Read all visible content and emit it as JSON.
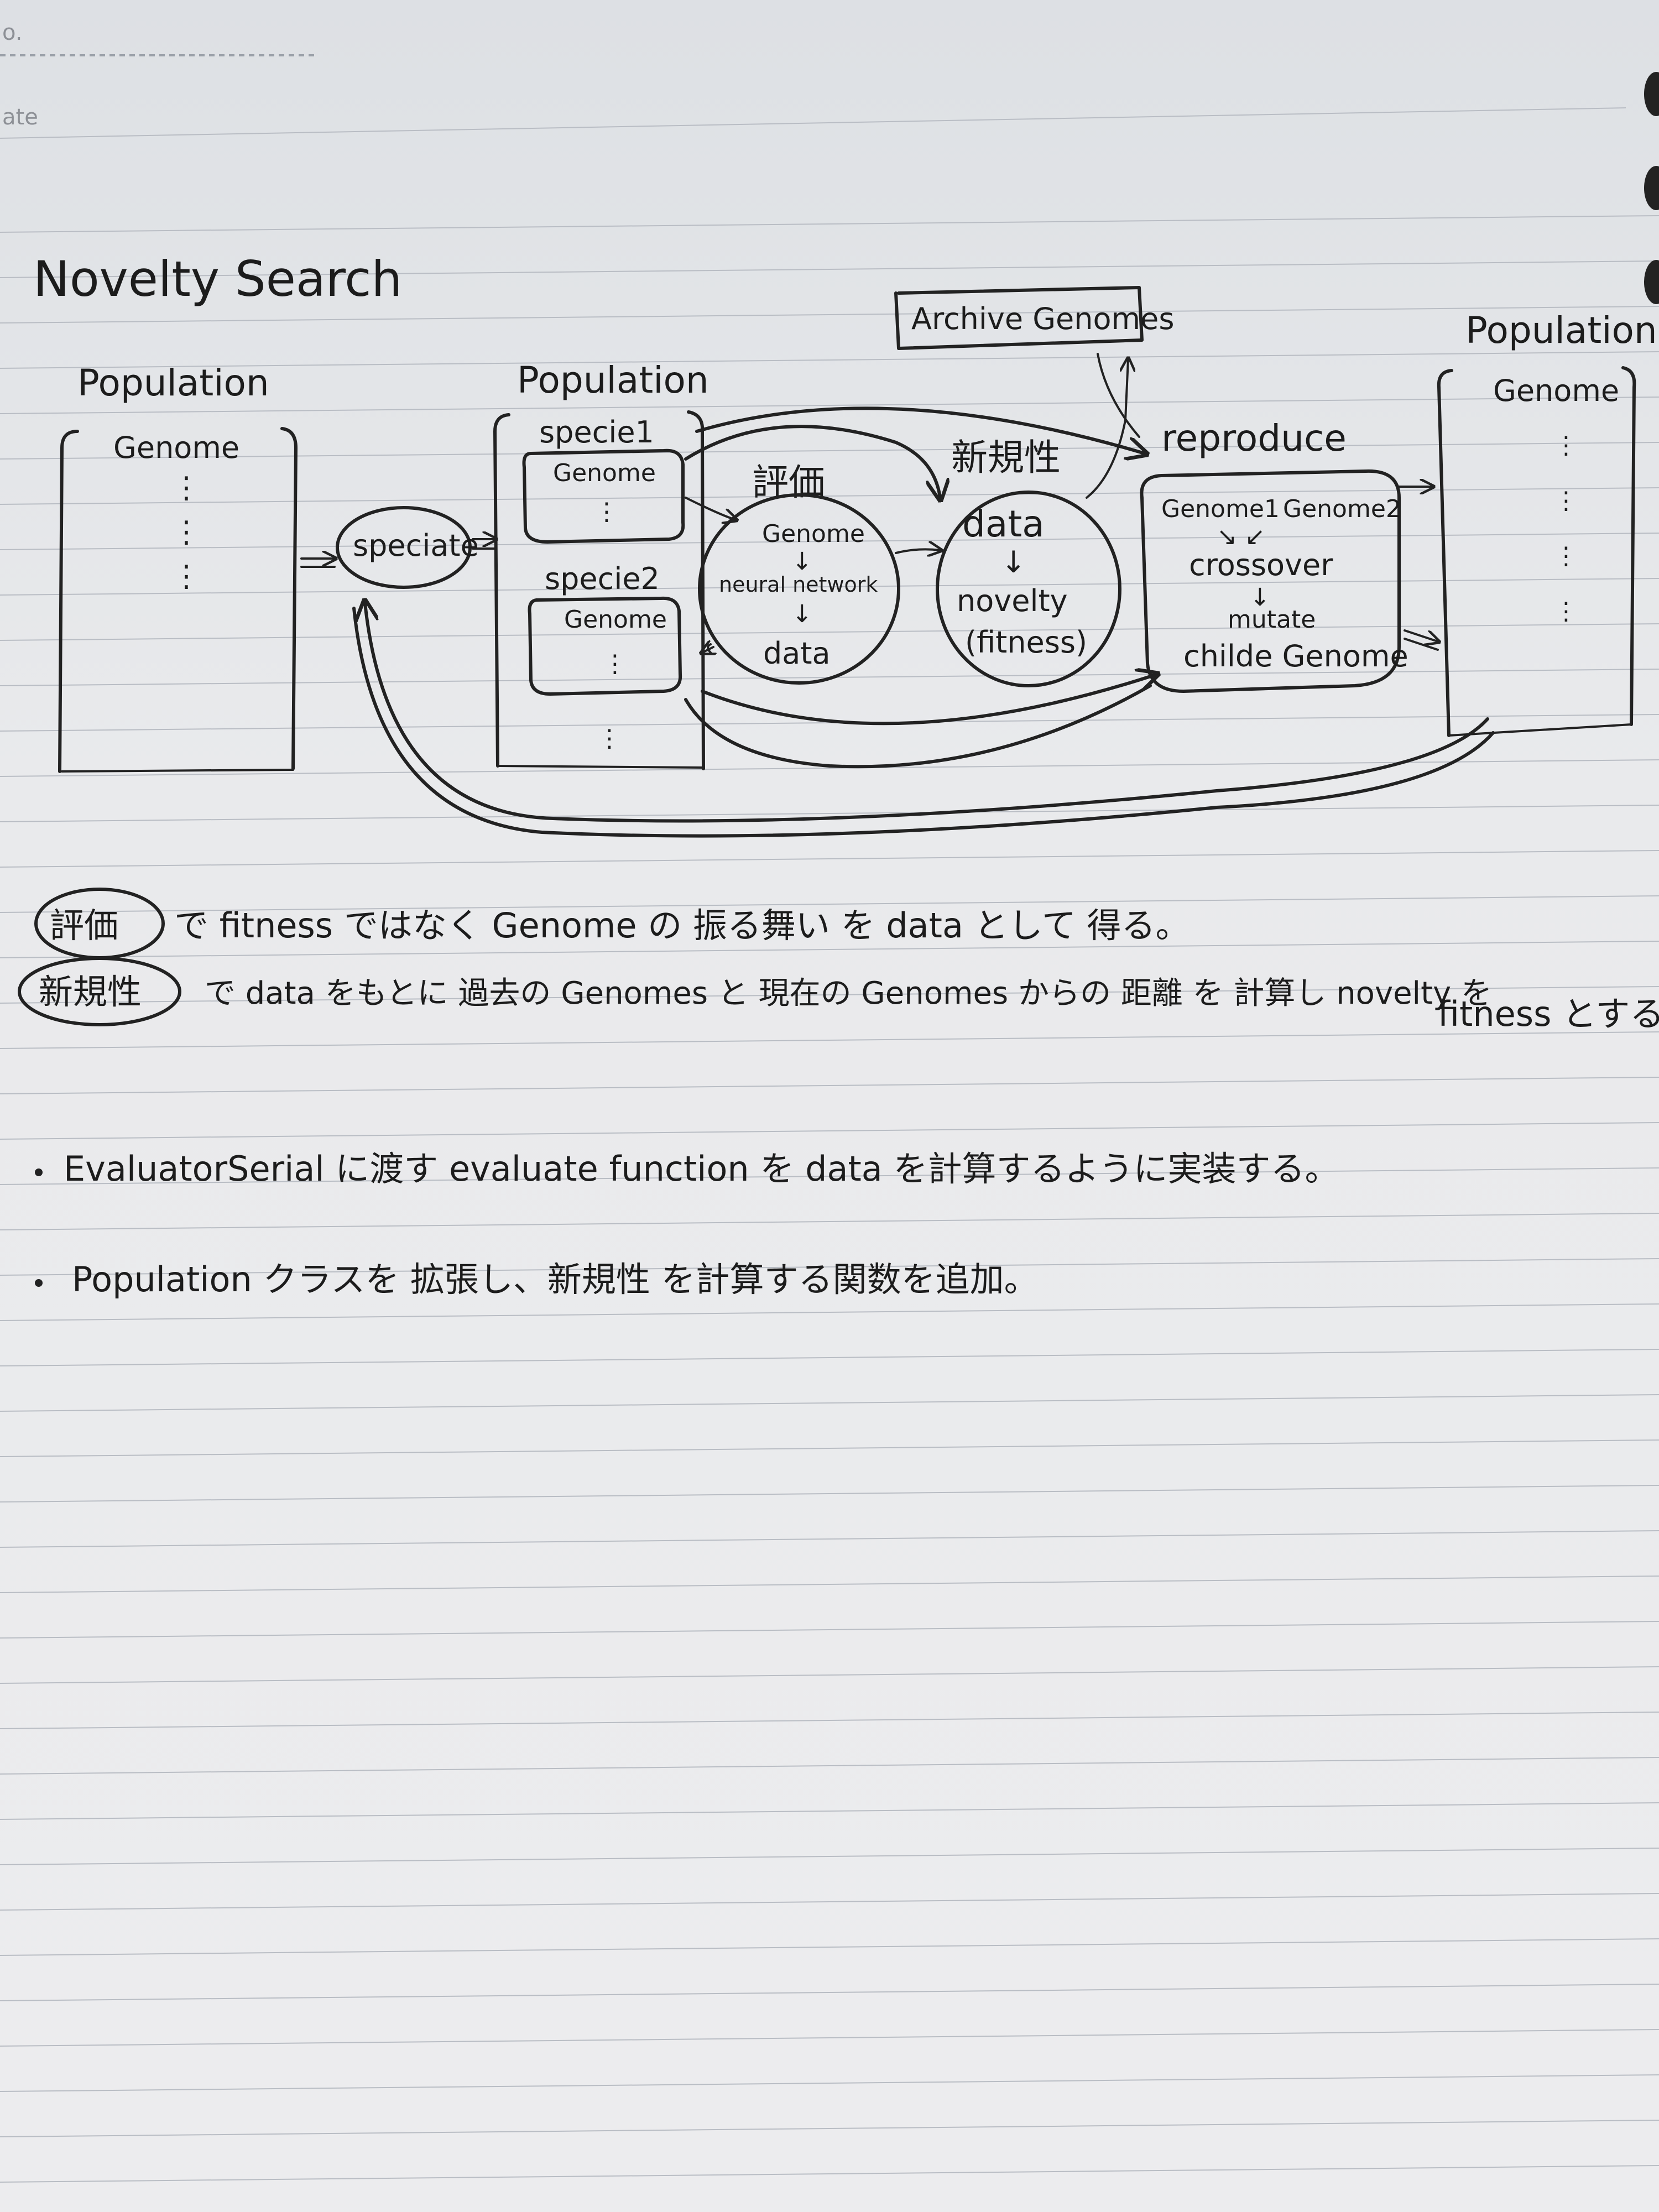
{
  "page_header": {
    "fragment_top": "o.",
    "fragment_date": "ate"
  },
  "diagram": {
    "title": "Novelty Search",
    "population_left": {
      "label": "Population",
      "item": "Genome"
    },
    "speciate": "speciate",
    "population_mid": {
      "label": "Population",
      "specie1": {
        "label": "specie1",
        "item": "Genome"
      },
      "specie2": {
        "label": "specie2",
        "item": "Genome"
      }
    },
    "evaluation": {
      "label": "評価",
      "step1": "Genome",
      "step2": "neural network",
      "step3": "data"
    },
    "novelty": {
      "label": "新規性",
      "step1": "data",
      "step2": "novelty",
      "step3": "(fitness)"
    },
    "archive": "Archive Genomes",
    "reproduce": {
      "label": "reproduce",
      "parent1": "Genome1",
      "parent2": "Genome2",
      "crossover": "crossover",
      "mutate": "mutate",
      "child": "childe Genome"
    },
    "population_right": {
      "label": "Population",
      "item": "Genome"
    }
  },
  "notes": {
    "note1": {
      "circled": "評価",
      "text": "で fitness ではなく Genome の 振る舞い を data として 得る。"
    },
    "note2": {
      "circled": "新規性",
      "text": "で data をもとに 過去の Genomes と 現在の Genomes からの 距離 を 計算し novelty を",
      "continuation": "fitness とする。"
    }
  },
  "bullets": [
    "EvaluatorSerial に渡す evaluate function を data を計算するように実装する。",
    "Population クラスを 拡張し、新規性 を計算する関数を追加。"
  ]
}
